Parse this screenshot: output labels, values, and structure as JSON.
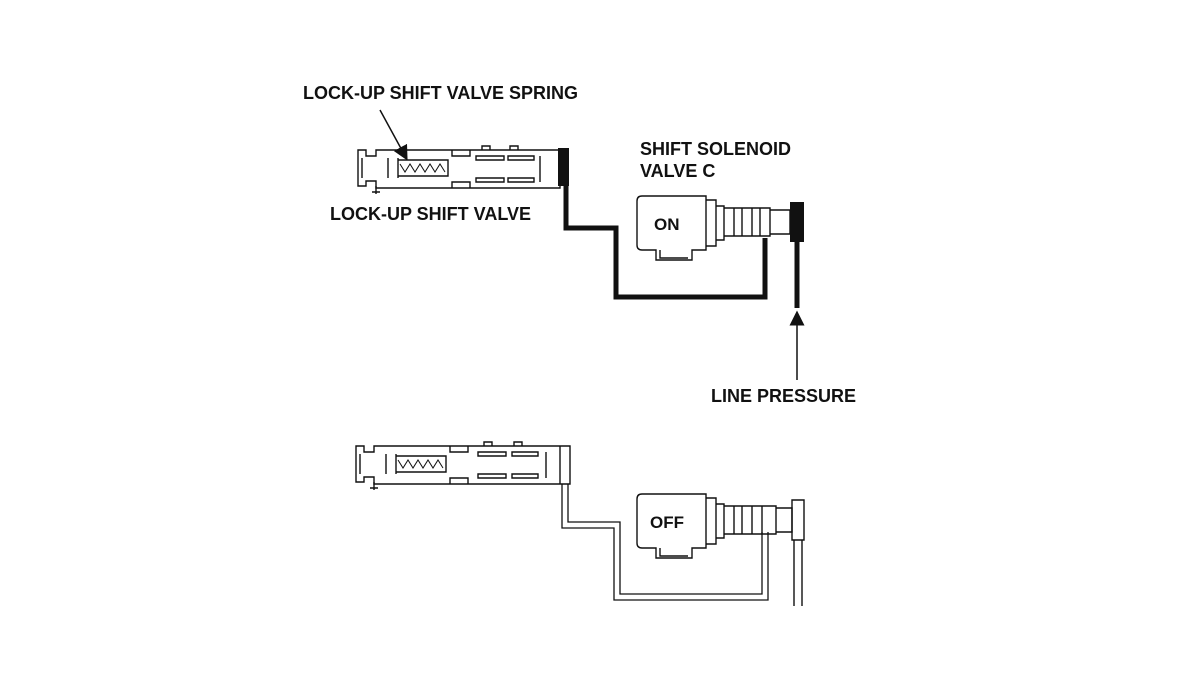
{
  "labels": {
    "spring": "LOCK-UP SHIFT VALVE SPRING",
    "valve": "LOCK-UP SHIFT VALVE",
    "solenoid_line1": "SHIFT SOLENOID",
    "solenoid_line2": "VALVE C",
    "line_pressure": "LINE PRESSURE"
  },
  "states": {
    "top": "ON",
    "bottom": "OFF"
  },
  "colors": {
    "ink": "#111111",
    "background": "#ffffff"
  }
}
